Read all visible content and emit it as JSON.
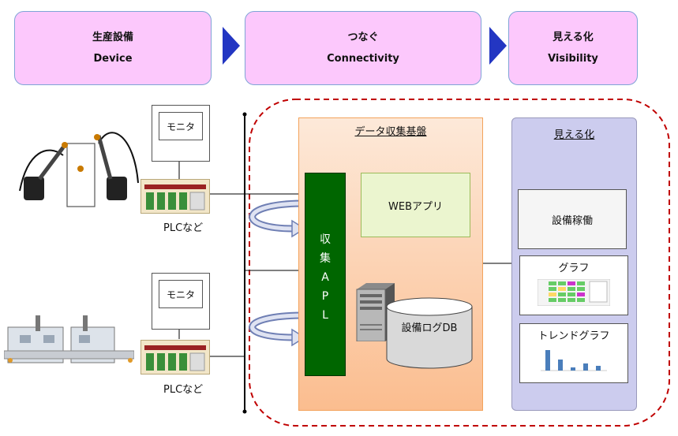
{
  "stages": [
    {
      "title": "生産設備",
      "subtitle": "Device"
    },
    {
      "title": "つなぐ",
      "subtitle": "Connectivity"
    },
    {
      "title": "見える化",
      "subtitle": "Visibility"
    }
  ],
  "devices": {
    "top": {
      "monitor_label": "モニタ",
      "plc_label": "PLCなど"
    },
    "bottom": {
      "monitor_label": "モニタ",
      "plc_label": "PLCなど"
    }
  },
  "platform": {
    "title": "データ収集基盤",
    "collector_label": [
      "収",
      "集",
      "A",
      "P",
      "L"
    ],
    "web_app_label": "WEBアプリ",
    "db_label": "設備ログDB"
  },
  "visibility": {
    "title": "見える化",
    "cards": {
      "operation": "設備稼働",
      "graph": "グラフ",
      "trend": "トレンドグラフ"
    }
  },
  "colors": {
    "stage_fill": "#fcc8fc",
    "chevron": "#2336c2",
    "platform_fill_top": "#fde9d9",
    "platform_fill_bottom": "#fbbd8f",
    "collector_fill": "#006600",
    "web_app_fill": "#ebf5cf",
    "visibility_fill": "#ccccee",
    "dashed_border": "#c00000"
  }
}
